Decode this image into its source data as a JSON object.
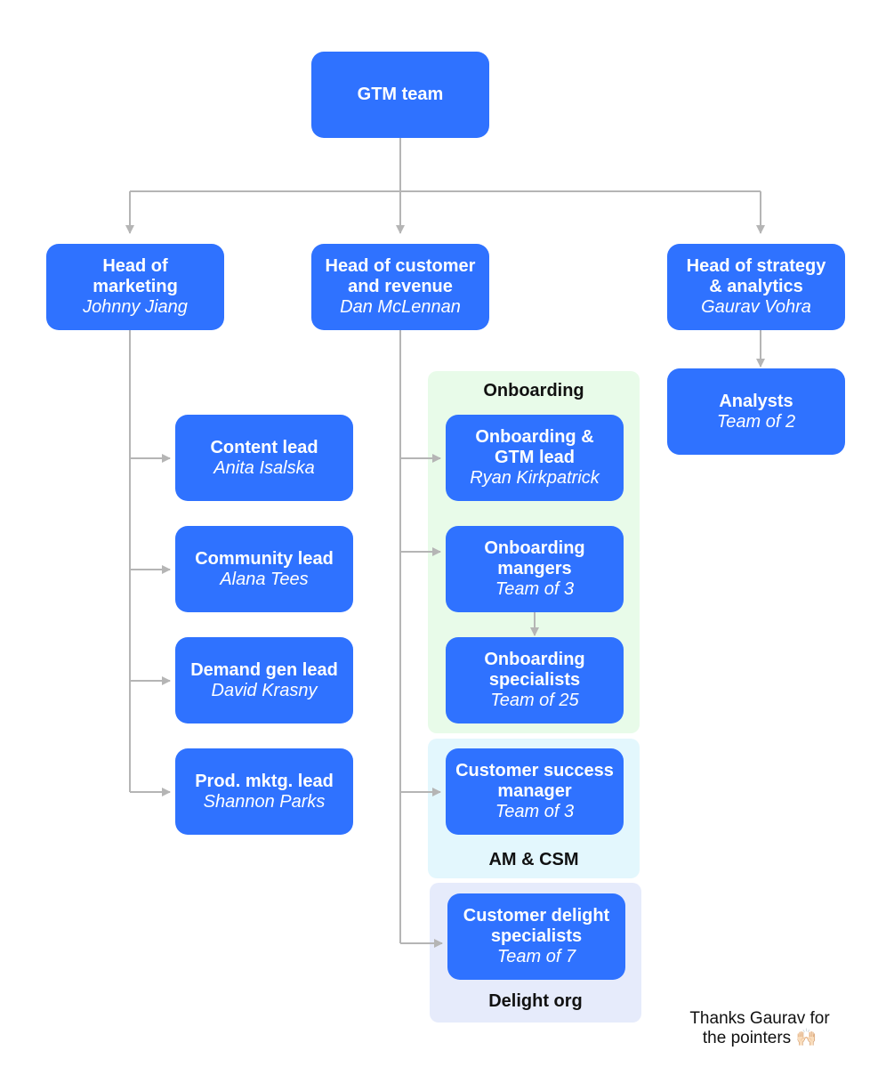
{
  "diagram": {
    "root": {
      "title": "GTM team"
    },
    "heads": {
      "marketing": {
        "title": "Head of\nmarketing",
        "name": "Johnny Jiang"
      },
      "customer": {
        "title": "Head of customer\nand revenue",
        "name": "Dan McLennan"
      },
      "strategy": {
        "title": "Head of strategy\n& analytics",
        "name": "Gaurav Vohra"
      }
    },
    "analysts": {
      "title": "Analysts",
      "name": "Team of 2"
    },
    "marketing_team": [
      {
        "title": "Content lead",
        "name": "Anita Isalska"
      },
      {
        "title": "Community lead",
        "name": "Alana Tees"
      },
      {
        "title": "Demand gen lead",
        "name": "David Krasny"
      },
      {
        "title": "Prod. mktg. lead",
        "name": "Shannon Parks"
      }
    ],
    "groups": {
      "onboarding": {
        "label": "Onboarding",
        "color": "#e8fbe9",
        "nodes": [
          {
            "title": "Onboarding &\nGTM lead",
            "name": "Ryan Kirkpatrick"
          },
          {
            "title": "Onboarding\nmangers",
            "name": "Team of 3"
          },
          {
            "title": "Onboarding\nspecialists",
            "name": "Team of 25"
          }
        ]
      },
      "am_csm": {
        "label": "AM & CSM",
        "color": "#e3f7fd",
        "nodes": [
          {
            "title": "Customer success\nmanager",
            "name": "Team of 3"
          }
        ]
      },
      "delight": {
        "label": "Delight org",
        "color": "#e6ebfb",
        "nodes": [
          {
            "title": "Customer delight\nspecialists",
            "name": "Team of 7"
          }
        ]
      }
    },
    "colors": {
      "node": "#2f72ff",
      "connector": "#b5b5b5"
    },
    "credit": "Thanks Gaurav for the pointers 🙌🏻"
  }
}
